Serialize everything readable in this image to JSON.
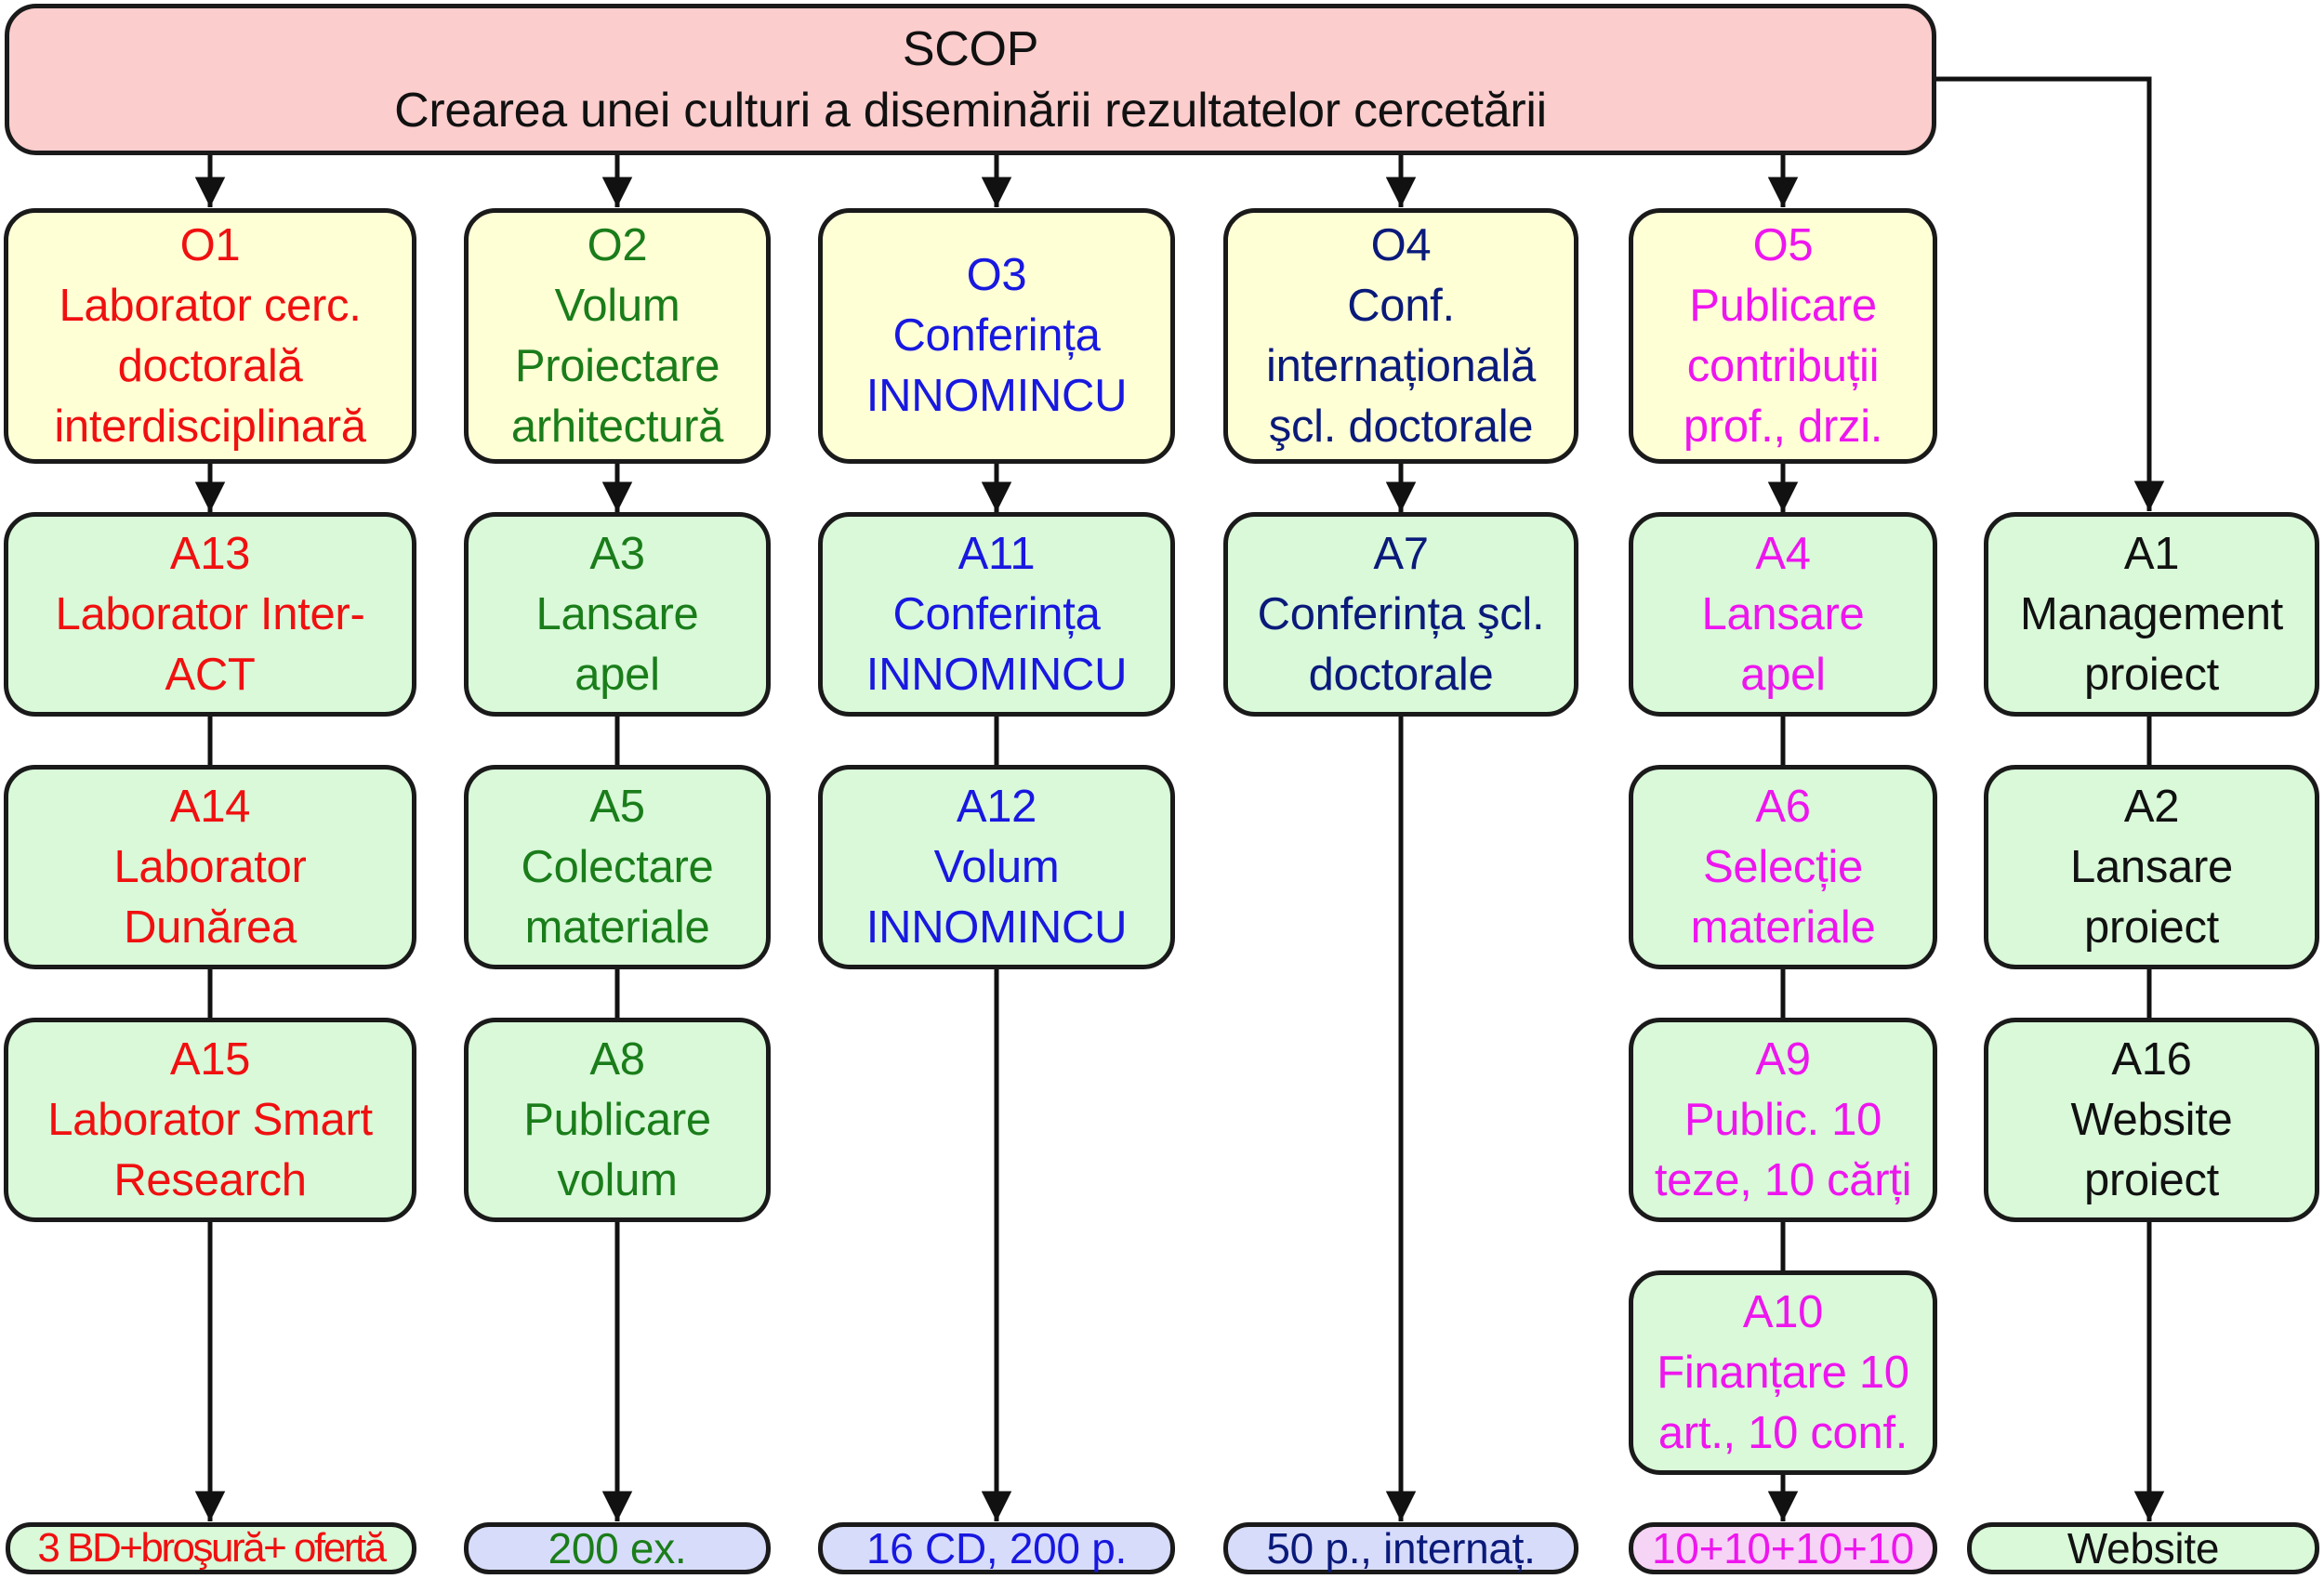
{
  "goal": {
    "line1": "SCOP",
    "line2": "Crearea unei culturi a diseminării rezultatelor cercetării"
  },
  "colors": {
    "red": "#f01010",
    "green": "#1a7d1a",
    "blue": "#1818e0",
    "navy": "#0a1a7a",
    "magenta": "#ee16ee",
    "black": "#111111",
    "goal_fill": "#fccdcd",
    "objective_fill": "#ffffd6",
    "activity_fill": "#d9f9d9",
    "result_blue_fill": "#d8dcfb",
    "result_pink_fill": "#f6d4f6"
  },
  "objectives": [
    {
      "id": "O1",
      "lines": [
        "Laborator cerc.",
        "doctorală",
        "interdisciplinară"
      ]
    },
    {
      "id": "O2",
      "lines": [
        "Volum",
        "Proiectare",
        "arhitectură"
      ]
    },
    {
      "id": "O3",
      "lines": [
        "Conferința",
        "INNOMINCU"
      ]
    },
    {
      "id": "O4",
      "lines": [
        "Conf.",
        "internațională",
        "şcl. doctorale"
      ]
    },
    {
      "id": "O5",
      "lines": [
        "Publicare",
        "contribuții",
        "prof., drzi."
      ]
    }
  ],
  "activities": {
    "col1": [
      {
        "id": "A13",
        "lines": [
          "Laborator Inter-",
          "ACT"
        ]
      },
      {
        "id": "A14",
        "lines": [
          "Laborator",
          "Dunărea"
        ]
      },
      {
        "id": "A15",
        "lines": [
          "Laborator Smart",
          "Research"
        ]
      }
    ],
    "col2": [
      {
        "id": "A3",
        "lines": [
          "Lansare",
          "apel"
        ]
      },
      {
        "id": "A5",
        "lines": [
          "Colectare",
          "materiale"
        ]
      },
      {
        "id": "A8",
        "lines": [
          "Publicare",
          "volum"
        ]
      }
    ],
    "col3": [
      {
        "id": "A11",
        "lines": [
          "Conferința",
          "INNOMINCU"
        ]
      },
      {
        "id": "A12",
        "lines": [
          "Volum",
          "INNOMINCU"
        ]
      }
    ],
    "col4": [
      {
        "id": "A7",
        "lines": [
          "Conferința şcl.",
          "doctorale"
        ]
      }
    ],
    "col5": [
      {
        "id": "A4",
        "lines": [
          "Lansare",
          "apel"
        ]
      },
      {
        "id": "A6",
        "lines": [
          "Selecție",
          "materiale"
        ]
      },
      {
        "id": "A9",
        "lines": [
          "Public. 10",
          "teze, 10 cărți"
        ]
      },
      {
        "id": "A10",
        "lines": [
          "Finanțare 10",
          "art., 10 conf."
        ]
      }
    ],
    "col6": [
      {
        "id": "A1",
        "lines": [
          "Management",
          "proiect"
        ]
      },
      {
        "id": "A2",
        "lines": [
          "Lansare",
          "proiect"
        ]
      },
      {
        "id": "A16",
        "lines": [
          "Website",
          "proiect"
        ]
      }
    ]
  },
  "results": [
    "3 BD+broşură+ ofertă",
    "200 ex.",
    "16 CD, 200 p.",
    "50 p., internaț.",
    "10+10+10+10",
    "Website"
  ]
}
